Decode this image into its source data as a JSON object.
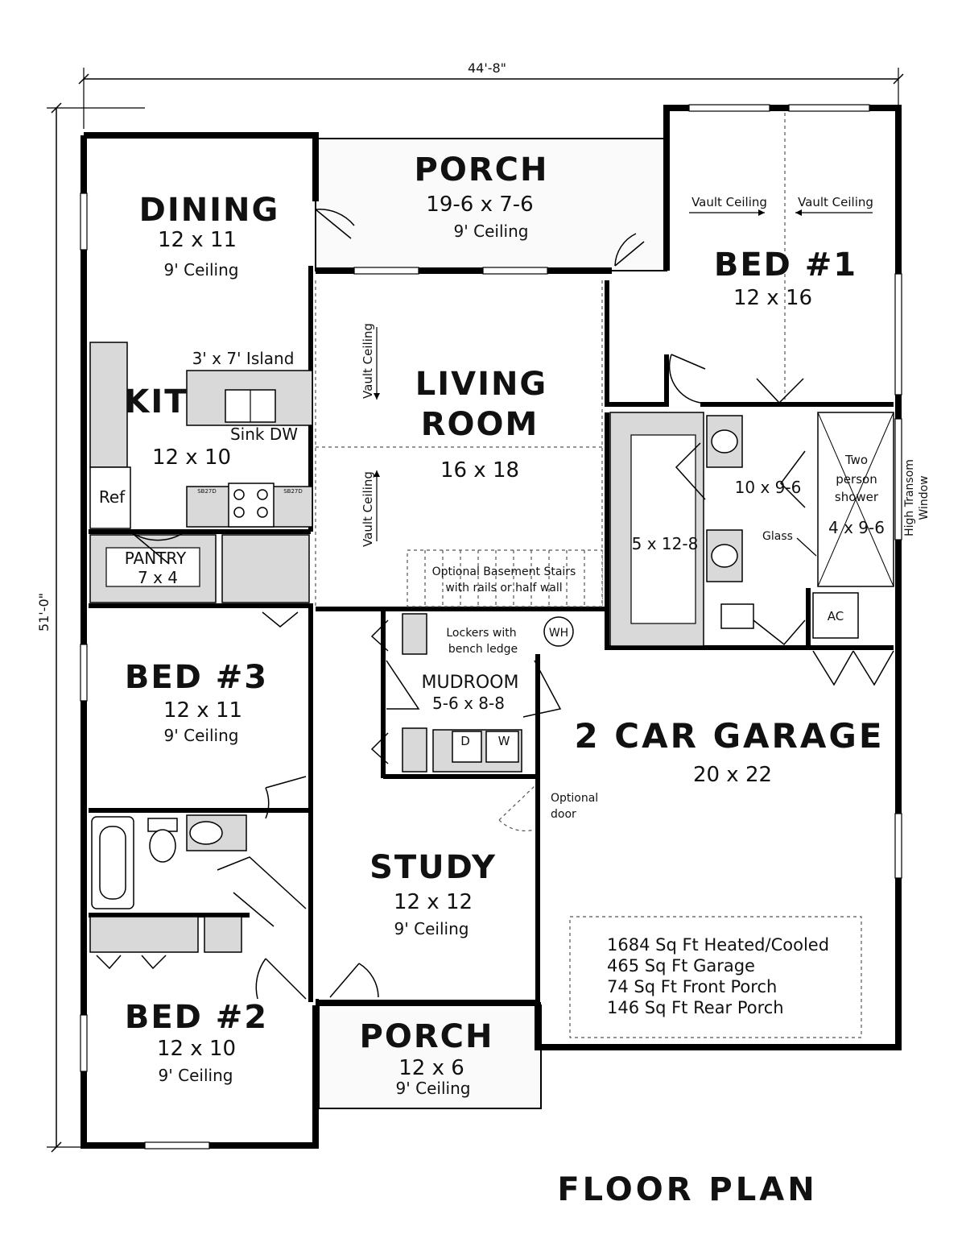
{
  "dimensions": {
    "width": "44'-8\"",
    "depth": "51'-0\""
  },
  "rooms": {
    "porch_rear": {
      "name": "PORCH",
      "size": "19-6 x 7-6",
      "ceiling": "9' Ceiling"
    },
    "dining": {
      "name": "DINING",
      "size": "12 x 11",
      "ceiling": "9' Ceiling"
    },
    "bed1": {
      "name": "BED #1",
      "size": "12 x 16",
      "vault_left": "Vault Ceiling",
      "vault_right": "Vault Ceiling"
    },
    "kitchen": {
      "name": "KIT",
      "size": "12 x 10",
      "island": "3' x 7' Island",
      "sink_dw": "Sink  DW",
      "ref": "Ref",
      "appliance_left": "SB27D",
      "appliance_right": "SB27D"
    },
    "living": {
      "name_line1": "LIVING",
      "name_line2": "ROOM",
      "size": "16 x 18",
      "vault_top": "Vault Ceiling",
      "vault_bottom": "Vault Ceiling"
    },
    "pantry": {
      "name": "PANTRY",
      "size": "7 x 4"
    },
    "master_bath": {
      "size": "10 x 9-6",
      "closet_size": "5 x 12-8",
      "shower_line1": "Two",
      "shower_line2": "person",
      "shower_line3": "shower",
      "shower_size": "4 x 9-6",
      "glass": "Glass",
      "window_line1": "High Transom",
      "window_line2": "Window"
    },
    "stairs": {
      "line1": "Optional Basement Stairs",
      "line2": "with rails or half wall"
    },
    "lockers": {
      "line1": "Lockers with",
      "line2": "bench ledge",
      "water_heater": "WH"
    },
    "ac": {
      "label": "AC"
    },
    "bed3": {
      "name": "BED #3",
      "size": "12 x 11",
      "ceiling": "9' Ceiling"
    },
    "mudroom": {
      "name": "MUDROOM",
      "size": "5-6 x 8-8",
      "dryer": "D",
      "washer": "W"
    },
    "garage": {
      "name": "2 CAR GARAGE",
      "size": "20 x 22",
      "opt_line1": "Optional",
      "opt_line2": "door"
    },
    "study": {
      "name": "STUDY",
      "size": "12 x 12",
      "ceiling": "9' Ceiling"
    },
    "bed2": {
      "name": "BED #2",
      "size": "12 x 10",
      "ceiling": "9' Ceiling"
    },
    "porch_front": {
      "name": "PORCH",
      "size": "12 x 6",
      "ceiling": "9' Ceiling"
    }
  },
  "stats": [
    "1684 Sq Ft Heated/Cooled",
    "465 Sq Ft Garage",
    "74 Sq Ft Front Porch",
    "146 Sq Ft Rear Porch"
  ],
  "title": "FLOOR PLAN"
}
